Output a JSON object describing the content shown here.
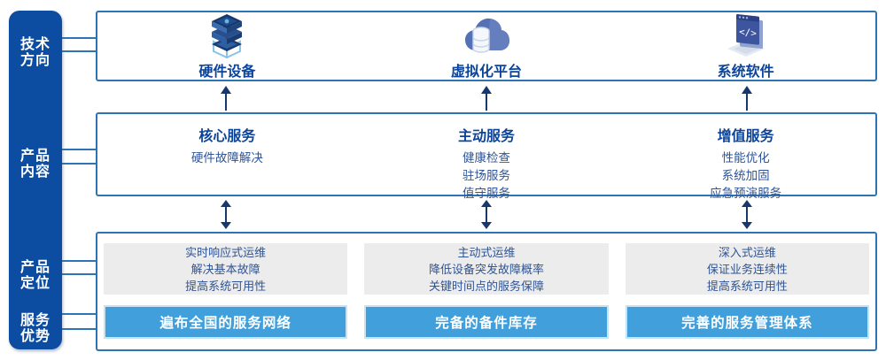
{
  "sidebar": {
    "items": [
      {
        "lines": [
          "技术",
          "方向"
        ]
      },
      {
        "lines": [
          "产品",
          "内容"
        ]
      },
      {
        "lines": [
          "产品",
          "定位"
        ]
      },
      {
        "lines": [
          "服务",
          "优势"
        ]
      }
    ]
  },
  "tech_row": {
    "columns": [
      {
        "icon": "server-stack-icon",
        "label": "硬件设备"
      },
      {
        "icon": "cloud-database-icon",
        "label": "虚拟化平台"
      },
      {
        "icon": "code-window-icon",
        "label": "系统软件"
      }
    ]
  },
  "services_row": {
    "columns": [
      {
        "header": "核心服务",
        "items": [
          "硬件故障解决"
        ]
      },
      {
        "header": "主动服务",
        "items": [
          "健康检查",
          "驻场服务",
          "值守服务"
        ]
      },
      {
        "header": "增值服务",
        "items": [
          "性能优化",
          "系统加固",
          "应急预演服务"
        ]
      }
    ]
  },
  "positioning_row": {
    "columns": [
      {
        "description": [
          "实时响应式运维",
          "解决基本故障",
          "提高系统可用性"
        ],
        "advantage": "遍布全国的服务网络"
      },
      {
        "description": [
          "主动式运维",
          "降低设备突发故障概率",
          "关键时间点的服务保障"
        ],
        "advantage": "完备的备件库存"
      },
      {
        "description": [
          "深入式运维",
          "保证业务连续性",
          "提高系统可用性"
        ],
        "advantage": "完善的服务管理体系"
      }
    ]
  },
  "colors": {
    "sidebar_blue": "#0C4DA2",
    "border_blue": "#2E74B5",
    "header_navy": "#0B449B",
    "body_blue": "#2F5496",
    "arrow_navy": "#16386E",
    "card_gray": "#ECECEC",
    "bar_blue": "#41A0DC",
    "bar_border_blue": "#C5E3F5"
  }
}
